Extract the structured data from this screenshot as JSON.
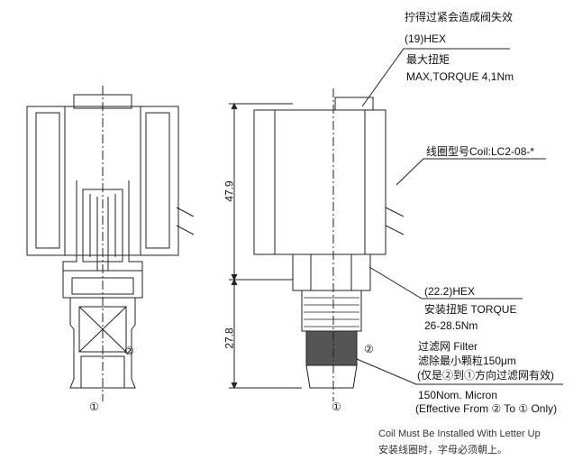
{
  "annotations": {
    "overtighten_warning": "拧得过紧会造成阀失效",
    "top_hex": "(19)HEX",
    "max_torque_cn": "最大扭矩",
    "max_torque": "MAX,TORQUE  4,1Nm",
    "coil_model": "线圈型号Coil:LC2-08-*",
    "body_hex": "(22.2)HEX",
    "install_torque": "安装扭矩  TORQUE",
    "install_torque_value": "26-28.5Nm",
    "filter_cn": "过滤网 Filter",
    "filter_size_cn": "滤除最小颗粒150μm",
    "filter_direction_cn": "(仅是②到①方向过滤网有效)",
    "filter_size": "150Nom. Micron",
    "filter_direction": "(Effective From ② To ① Only)",
    "coil_note": "Coil Must Be Installed With Letter Up",
    "coil_note_cn": "安装线圈时，字母必须朝上。"
  },
  "dimensions": {
    "upper": "47.9",
    "lower": "27.8"
  },
  "ports": {
    "port1": "①",
    "port2": "②"
  }
}
